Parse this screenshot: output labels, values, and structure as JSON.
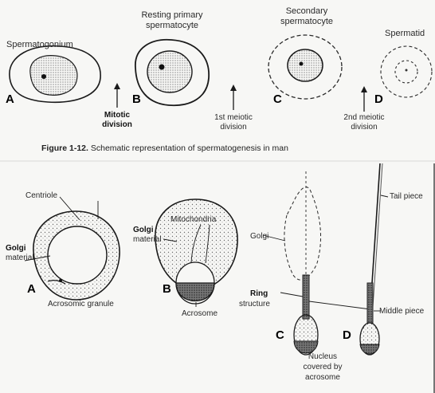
{
  "figure_top": {
    "cells": [
      {
        "letter": "A",
        "label": "Spermatogonium"
      },
      {
        "letter": "B",
        "label_line1": "Resting primary",
        "label_line2": "spermatocyte"
      },
      {
        "letter": "C",
        "label_line1": "Secondary",
        "label_line2": "spermatocyte"
      },
      {
        "letter": "D",
        "label": "Spermatid"
      }
    ],
    "arrows": [
      {
        "line1": "Mitotic",
        "line2": "division"
      },
      {
        "line1": "1st meiotic",
        "line2": "division"
      },
      {
        "line1": "2nd meiotic",
        "line2": "division"
      }
    ],
    "caption": {
      "number": "Figure 1-12.",
      "text": "Schematic representation of spermatogenesis in man"
    }
  },
  "figure_bottom": {
    "panelA": {
      "letter": "A",
      "centriole": "Centriole",
      "golgi_line1": "Golgi",
      "golgi_line2": "material",
      "granule": "Acrosomic granule"
    },
    "panelB": {
      "letter": "B",
      "mitochondria": "Mitochondria",
      "golgi_line1": "Golgi",
      "golgi_line2": "material",
      "acrosome": "Acrosome"
    },
    "panelCD": {
      "letterC": "C",
      "letterD": "D",
      "golgi": "Golgi",
      "ring_line1": "Ring",
      "ring_line2": "structure",
      "tail": "Tail piece",
      "middle": "Middle piece",
      "nucleus_line1": "Nucleus",
      "nucleus_line2": "covered by",
      "nucleus_line3": "acrosome"
    }
  },
  "colors": {
    "line": "#1a1a1a",
    "dots": "#555555",
    "acrosome": "#444444"
  }
}
